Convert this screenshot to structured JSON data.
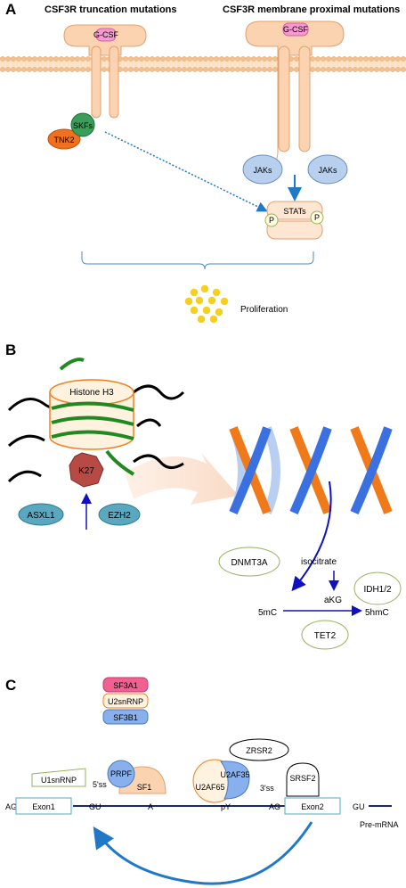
{
  "panel_a": {
    "letter": "A",
    "header_left": "CSF3R truncation mutations",
    "header_right": "CSF3R membrane proximal mutations",
    "gcsf_left": "G-CSF",
    "gcsf_right": "G-CSF",
    "skfs": "SKFs",
    "tnk2": "TNK2",
    "jaks_left": "JAKs",
    "jaks_right": "JAKs",
    "stats": "STATs",
    "p_left": "P",
    "p_right": "P",
    "proliferation": "Proliferation"
  },
  "panel_b": {
    "letter": "B",
    "histone": "Histone H3",
    "k27": "K27",
    "asxl1": "ASXL1",
    "ezh2": "EZH2",
    "dnmt3a": "DNMT3A",
    "isocitrate": "isocitrate",
    "akg": "aKG",
    "idh": "IDH1/2",
    "five_mc": "5mC",
    "five_hmc": "5hmC",
    "tet2": "TET2"
  },
  "panel_c": {
    "letter": "C",
    "sf3a1": "SF3A1",
    "u2snrnp": "U2snRNP",
    "sf3b1": "SF3B1",
    "zrsr2": "ZRSR2",
    "u1snrnp": "U1snRNP",
    "prpf": "PRPF",
    "sf1": "SF1",
    "u2af35": "U2AF35",
    "u2af65": "U2AF65",
    "srsf2": "SRSF2",
    "five_ss": "5'ss",
    "three_ss": "3'ss",
    "ag_left": "AG",
    "exon1": "Exon1",
    "gu_left": "GU",
    "a": "A",
    "py": "pY",
    "ag_mid": "AG",
    "exon2": "Exon2",
    "gu_right": "GU",
    "pre_mrna": "Pre-mRNA"
  },
  "colors": {
    "receptor": "#fbd3b0",
    "receptor_stroke": "#e0a070",
    "membrane": "#f6c08e",
    "gcsf": "#f59ad0",
    "skfs": "#3a9e5a",
    "tnk2": "#f07020",
    "jaks": "#b8d0ee",
    "dot": "#f5d020",
    "arrow_blue": "#1f78c8",
    "histone_stroke": "#f08020",
    "histone_fill": "#fff3e0",
    "green_tail": "#1f8a1f",
    "k27": "#b84a45",
    "teal": "#5aa8c0",
    "dna_orange": "#f07a1a",
    "dna_blue": "#3a70e0",
    "dna_light": "#b8cff2",
    "dark_blue": "#1010c0",
    "olive": "#9ab060",
    "sf3a1": "#f06090",
    "sf3b1": "#88b0ec"
  }
}
